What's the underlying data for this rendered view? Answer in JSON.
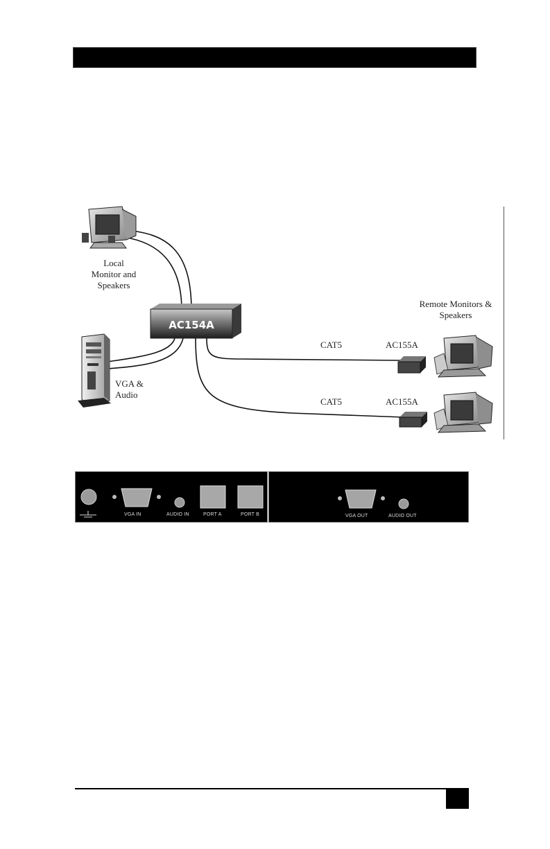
{
  "diagram": {
    "device_main": "AC154A",
    "local_label": [
      "Local",
      "Monitor and",
      "Speakers"
    ],
    "computer_label": [
      "VGA &",
      "Audio"
    ],
    "remote_label": [
      "Remote Monitors &",
      "Speakers"
    ],
    "cable_top": "CAT5",
    "cable_bottom": "CAT5",
    "receiver_top": "AC155A",
    "receiver_bottom": "AC155A"
  },
  "panel_left": {
    "power_label": "",
    "vga_in": "VGA IN",
    "audio_in": "AUDIO IN",
    "port_a": "PORT A",
    "port_b": "PORT B"
  },
  "panel_right": {
    "vga_out": "VGA OUT",
    "audio_out": "AUDIO OUT"
  },
  "colors": {
    "background": "#ffffff",
    "ink": "#000000",
    "device_gradient_light": "#b8b8b8",
    "device_gradient_dark": "#222222"
  }
}
